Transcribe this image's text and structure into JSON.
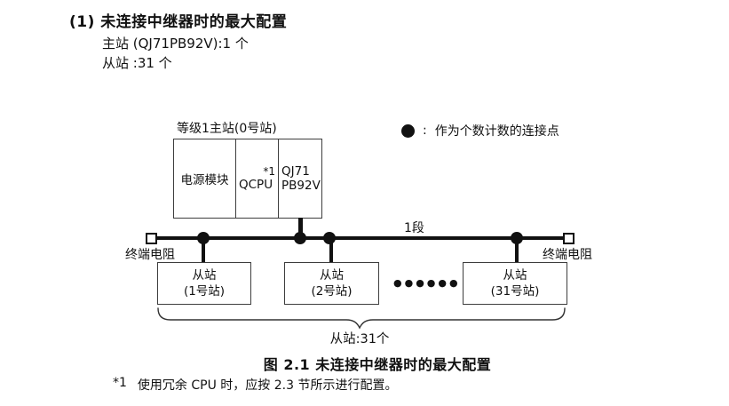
{
  "colors": {
    "ink": "#111111",
    "box_border": "#3d3d3d"
  },
  "header": {
    "title": "(1) 未连接中继器时的最大配置",
    "master_line": "主站 (QJ71PB92V):1 个",
    "slave_line": "从站 :31 个"
  },
  "diagram": {
    "master_station": {
      "label": "等级1主站(0号站)",
      "power_module": "电源模块",
      "cpu": "QCPU",
      "cpu_note_ref": "*1",
      "pb_module_line1": "QJ71",
      "pb_module_line2": "PB92V"
    },
    "legend": {
      "symbol": "filled-circle",
      "separator": ":",
      "text": "作为个数计数的连接点"
    },
    "segment_label": "1段",
    "terminator_left": "终端电阻",
    "terminator_right": "终端电阻",
    "slaves": [
      {
        "line1": "从站",
        "line2": "(1号站)"
      },
      {
        "line1": "从站",
        "line2": "(2号站)"
      },
      {
        "line1": "从站",
        "line2": "(31号站)"
      }
    ],
    "ellipsis": "●●●●●●",
    "brace_label": "从站:31个"
  },
  "caption": "图 2.1 未连接中继器时的最大配置",
  "footnote": {
    "ref": "*1",
    "text": "使用冗余 CPU 时，应按 2.3 节所示进行配置。"
  }
}
